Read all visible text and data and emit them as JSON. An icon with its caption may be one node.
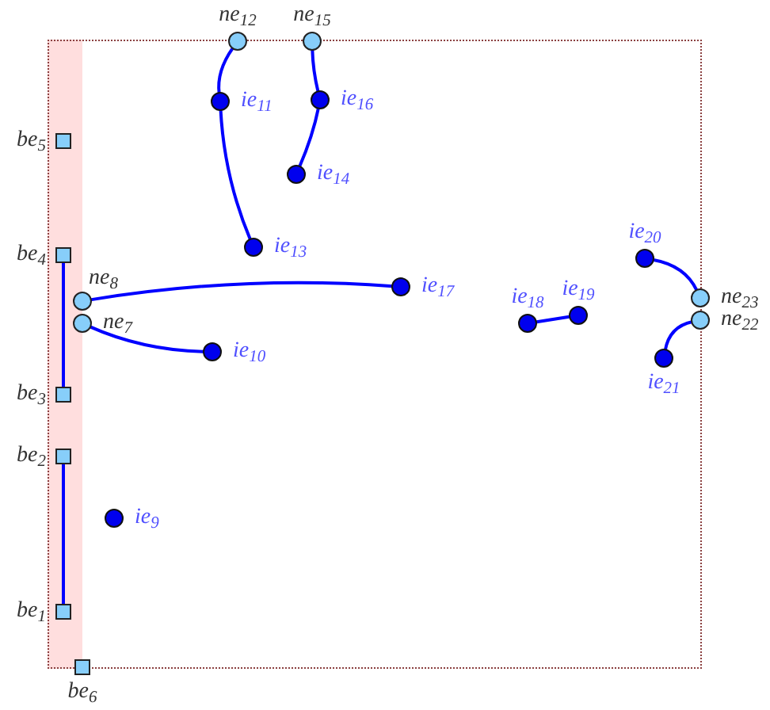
{
  "diagram": {
    "nodes": [
      {
        "text": [],
        "shape": "circle",
        "beside": [
          "ne$_{12}$"
        ]
      },
      {
        "text": [],
        "shape": "circle",
        "beside": [
          "ne$_{15}$"
        ]
      },
      {
        "text": [],
        "shape": "dot",
        "beside": [
          "ie$_{11}$"
        ]
      },
      {
        "text": [],
        "shape": "dot",
        "beside": [
          "ie$_{16}$"
        ]
      },
      {
        "text": [],
        "shape": "box",
        "beside": [
          "be$_{5}$"
        ]
      },
      {
        "text": [],
        "shape": "dot",
        "beside": [
          "ie$_{14}$"
        ]
      },
      {
        "text": [],
        "shape": "dot",
        "beside": [
          "ie$_{13}$"
        ]
      },
      {
        "text": [],
        "shape": "box",
        "beside": [
          "be$_{4}$"
        ]
      },
      {
        "text": [],
        "shape": "dot",
        "beside": [
          "ie$_{20}$"
        ]
      },
      {
        "text": [],
        "shape": "dot",
        "beside": [
          "ie$_{17}$"
        ]
      },
      {
        "text": [],
        "shape": "circle",
        "beside": [
          "ne$_{23}$"
        ]
      },
      {
        "text": [],
        "shape": "circle",
        "beside": [
          "ne$_{8}$"
        ]
      },
      {
        "text": [],
        "shape": "dot",
        "beside": [
          "ie$_{19}$"
        ]
      },
      {
        "text": [],
        "shape": "circle",
        "beside": [
          "ne$_{22}$"
        ]
      },
      {
        "text": [],
        "shape": "dot",
        "beside": [
          "ie$_{18}$"
        ]
      },
      {
        "text": [],
        "shape": "circle",
        "beside": [
          "ne$_{7}$"
        ]
      },
      {
        "text": [],
        "shape": "dot",
        "beside": [
          "ie$_{10}$"
        ]
      },
      {
        "text": [],
        "shape": "dot",
        "beside": [
          "ie$_{21}$"
        ]
      },
      {
        "text": [],
        "shape": "box",
        "beside": [
          "be$_{3}$"
        ]
      },
      {
        "text": [],
        "shape": "box",
        "beside": [
          "be$_{2}$"
        ]
      },
      {
        "text": [],
        "shape": "dot",
        "beside": [
          "ie$_{9}$"
        ]
      },
      {
        "text": [],
        "shape": "box",
        "beside": [
          "be$_{1}$"
        ]
      },
      {
        "text": [],
        "shape": "box",
        "beside": [
          "be$_{6}$"
        ]
      }
    ],
    "edges": [
      {
        "from": 7,
        "to": 18,
        "arrow": "none"
      },
      {
        "from": 19,
        "to": 21,
        "arrow": "none"
      },
      {
        "from": 0,
        "to": 2,
        "arrow": "none"
      },
      {
        "from": 2,
        "to": 6,
        "arrow": "none"
      },
      {
        "from": 1,
        "to": 3,
        "arrow": "none"
      },
      {
        "from": 3,
        "to": 5,
        "arrow": "none"
      },
      {
        "from": 11,
        "to": 9,
        "arrow": "none"
      },
      {
        "from": 15,
        "to": 16,
        "arrow": "none"
      },
      {
        "from": 14,
        "to": 12,
        "arrow": "none"
      },
      {
        "from": 8,
        "to": 10,
        "arrow": "none"
      },
      {
        "from": 13,
        "to": 17,
        "arrow": "none"
      }
    ]
  }
}
